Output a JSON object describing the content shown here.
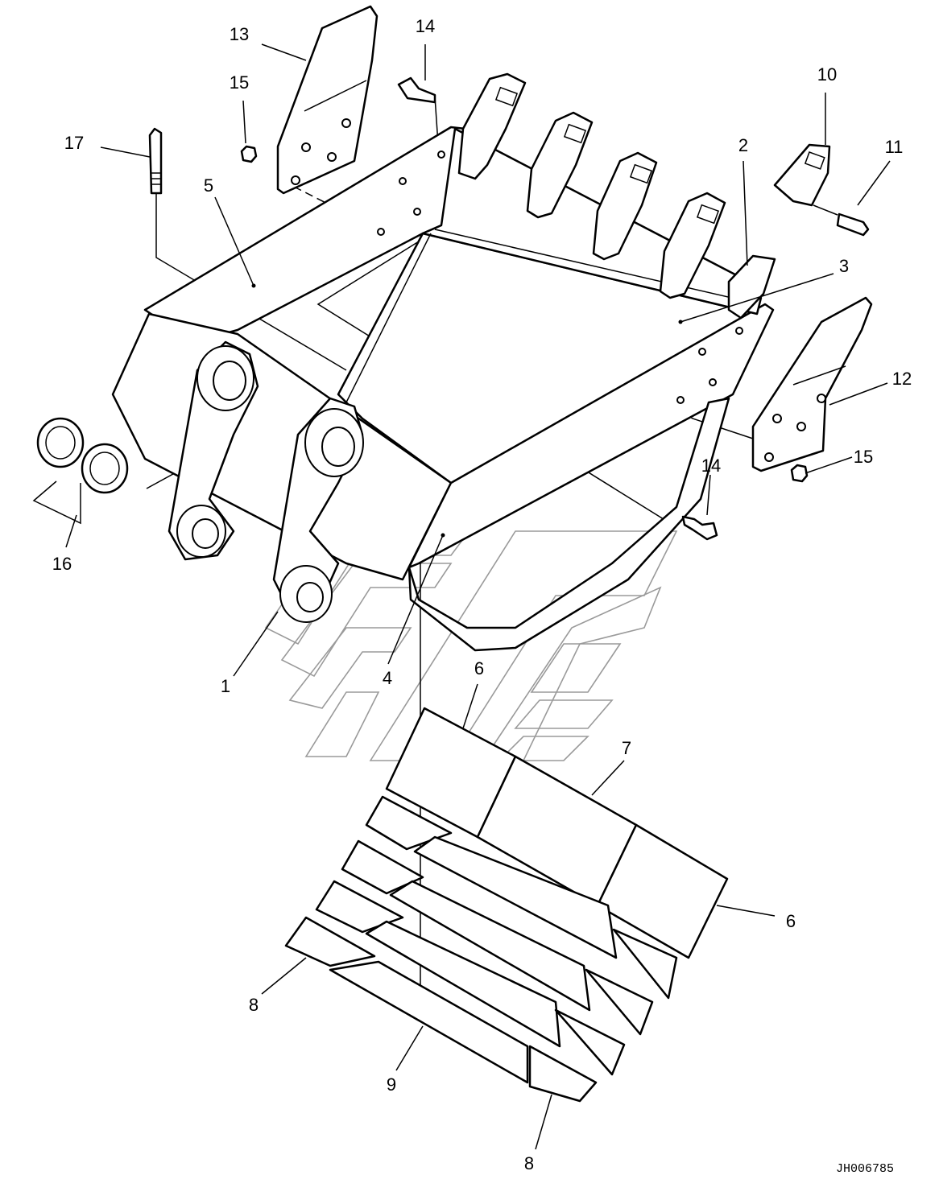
{
  "drawing": {
    "code": "JH006785"
  },
  "callouts": [
    {
      "id": "c13",
      "text": "13"
    },
    {
      "id": "c14a",
      "text": "14"
    },
    {
      "id": "c15a",
      "text": "15"
    },
    {
      "id": "c17",
      "text": "17"
    },
    {
      "id": "c5",
      "text": "5"
    },
    {
      "id": "c10",
      "text": "10"
    },
    {
      "id": "c2",
      "text": "2"
    },
    {
      "id": "c11",
      "text": "11"
    },
    {
      "id": "c3",
      "text": "3"
    },
    {
      "id": "c12",
      "text": "12"
    },
    {
      "id": "c15b",
      "text": "15"
    },
    {
      "id": "c14b",
      "text": "14"
    },
    {
      "id": "c16",
      "text": "16"
    },
    {
      "id": "c1",
      "text": "1"
    },
    {
      "id": "c4",
      "text": "4"
    },
    {
      "id": "c6a",
      "text": "6"
    },
    {
      "id": "c7",
      "text": "7"
    },
    {
      "id": "c6b",
      "text": "6"
    },
    {
      "id": "c8a",
      "text": "8"
    },
    {
      "id": "c9",
      "text": "9"
    },
    {
      "id": "c8b",
      "text": "8"
    }
  ]
}
